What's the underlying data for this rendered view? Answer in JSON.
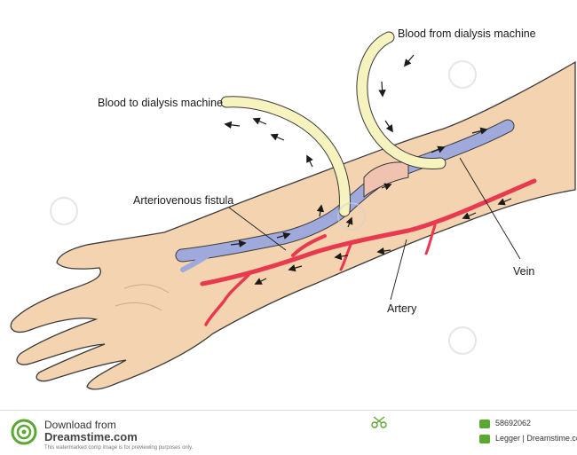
{
  "labels": {
    "blood_from_machine": "Blood from dialysis machine",
    "blood_to_machine": "Blood to dialysis machine",
    "av_fistula": "Arteriovenous fistula",
    "vein": "Vein",
    "artery": "Artery"
  },
  "footer": {
    "download_from": "Download from",
    "site": "Dreamstime.com",
    "notice": "This watermarked comp image is for previewing purposes only.",
    "image_id": "58692062",
    "credit": "Legger | Dreamstime.com"
  },
  "colors": {
    "skin": "#f4d3b0",
    "outline": "#3a3a3a",
    "vein": "#9fa9db",
    "artery": "#e8394f",
    "tube": "#f7f3bf",
    "brand_green": "#5aa832"
  }
}
